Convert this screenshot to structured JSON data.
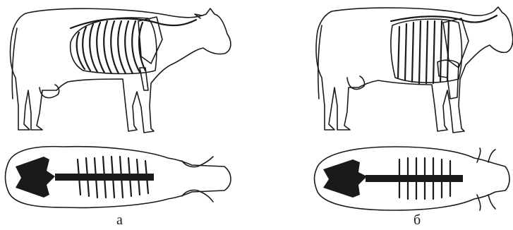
{
  "panels": [
    {
      "id": "a",
      "caption": "а"
    },
    {
      "id": "b",
      "caption": "б"
    }
  ],
  "colors": {
    "ink": "#1a1a1a",
    "background": "#ffffff"
  }
}
